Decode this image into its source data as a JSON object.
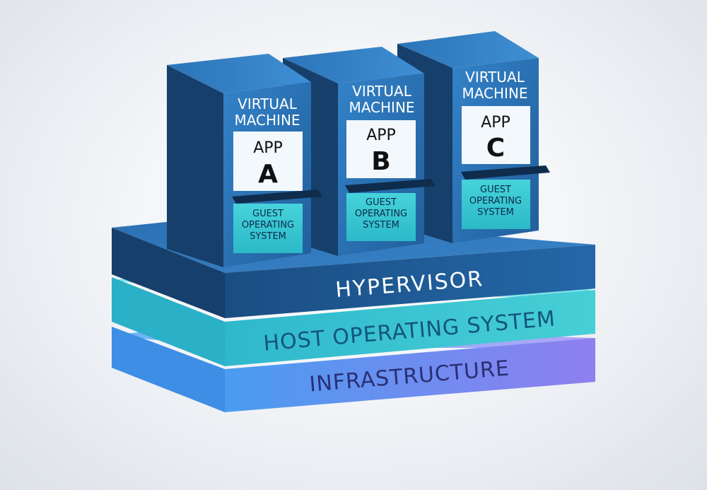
{
  "layers": {
    "hypervisor": "HYPERVISOR",
    "host_os": "HOST OPERATING SYSTEM",
    "infrastructure": "INFRASTRUCTURE"
  },
  "vm_label": [
    "VIRTUAL",
    "MACHINE"
  ],
  "app_word": "APP",
  "guest_os": [
    "GUEST",
    "OPERATING",
    "SYSTEM"
  ],
  "machines": [
    {
      "letter": "A"
    },
    {
      "letter": "B"
    },
    {
      "letter": "C"
    }
  ],
  "colors": {
    "hypervisor_front": "#1f5f99",
    "host_os_front": "#38c3cf",
    "infrastructure_left": "#4a9cf0",
    "infrastructure_right": "#8f7ff0",
    "tower_front": "#2a72b8",
    "tower_side": "#163f6b",
    "app_panel": "#f2f8fc",
    "guest_panel": "#38c9d2"
  }
}
